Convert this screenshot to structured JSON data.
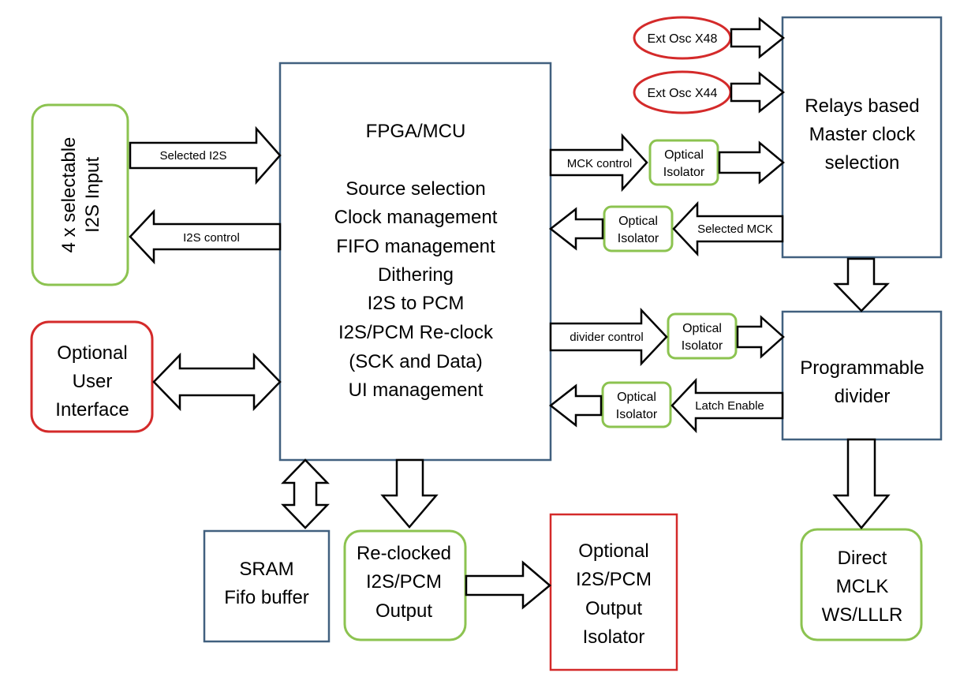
{
  "colors": {
    "block_border": "#41607f",
    "green_border": "#8cc350",
    "red_border": "#d42a2a",
    "arrow_stroke": "#000000",
    "background": "#ffffff"
  },
  "blocks": {
    "fpga": {
      "title": "FPGA/MCU",
      "lines": [
        "Source selection",
        "Clock management",
        "FIFO management",
        "Dithering",
        "I2S to PCM",
        "I2S/PCM Re-clock",
        "(SCK and Data)",
        "UI management"
      ]
    },
    "i2s_input": {
      "lines": [
        "4 x selectable",
        "I2S Input"
      ]
    },
    "user_interface": {
      "lines": [
        "Optional",
        "User",
        "Interface"
      ]
    },
    "sram": {
      "lines": [
        "SRAM",
        "Fifo buffer"
      ]
    },
    "reclocked_output": {
      "lines": [
        "Re-clocked",
        "I2S/PCM",
        "Output"
      ]
    },
    "output_isolator": {
      "lines": [
        "Optional",
        "I2S/PCM",
        "Output",
        "Isolator"
      ]
    },
    "relays": {
      "lines": [
        "Relays based",
        "Master clock",
        "selection"
      ]
    },
    "divider": {
      "lines": [
        "Programmable",
        "divider"
      ]
    },
    "direct_out": {
      "lines": [
        "Direct",
        "MCLK",
        "WS/LLLR"
      ]
    },
    "osc48": {
      "label": "Ext Osc X48"
    },
    "osc44": {
      "label": "Ext Osc X44"
    },
    "iso1": {
      "lines": [
        "Optical",
        "Isolator"
      ]
    },
    "iso2": {
      "lines": [
        "Optical",
        "Isolator"
      ]
    },
    "iso3": {
      "lines": [
        "Optical",
        "Isolator"
      ]
    },
    "iso4": {
      "lines": [
        "Optical",
        "Isolator"
      ]
    }
  },
  "arrows": {
    "selected_i2s": "Selected I2S",
    "i2s_control": "I2S control",
    "mck_control": "MCK control",
    "selected_mck": "Selected MCK",
    "divider_control": "divider control",
    "latch_enable": "Latch Enable"
  }
}
